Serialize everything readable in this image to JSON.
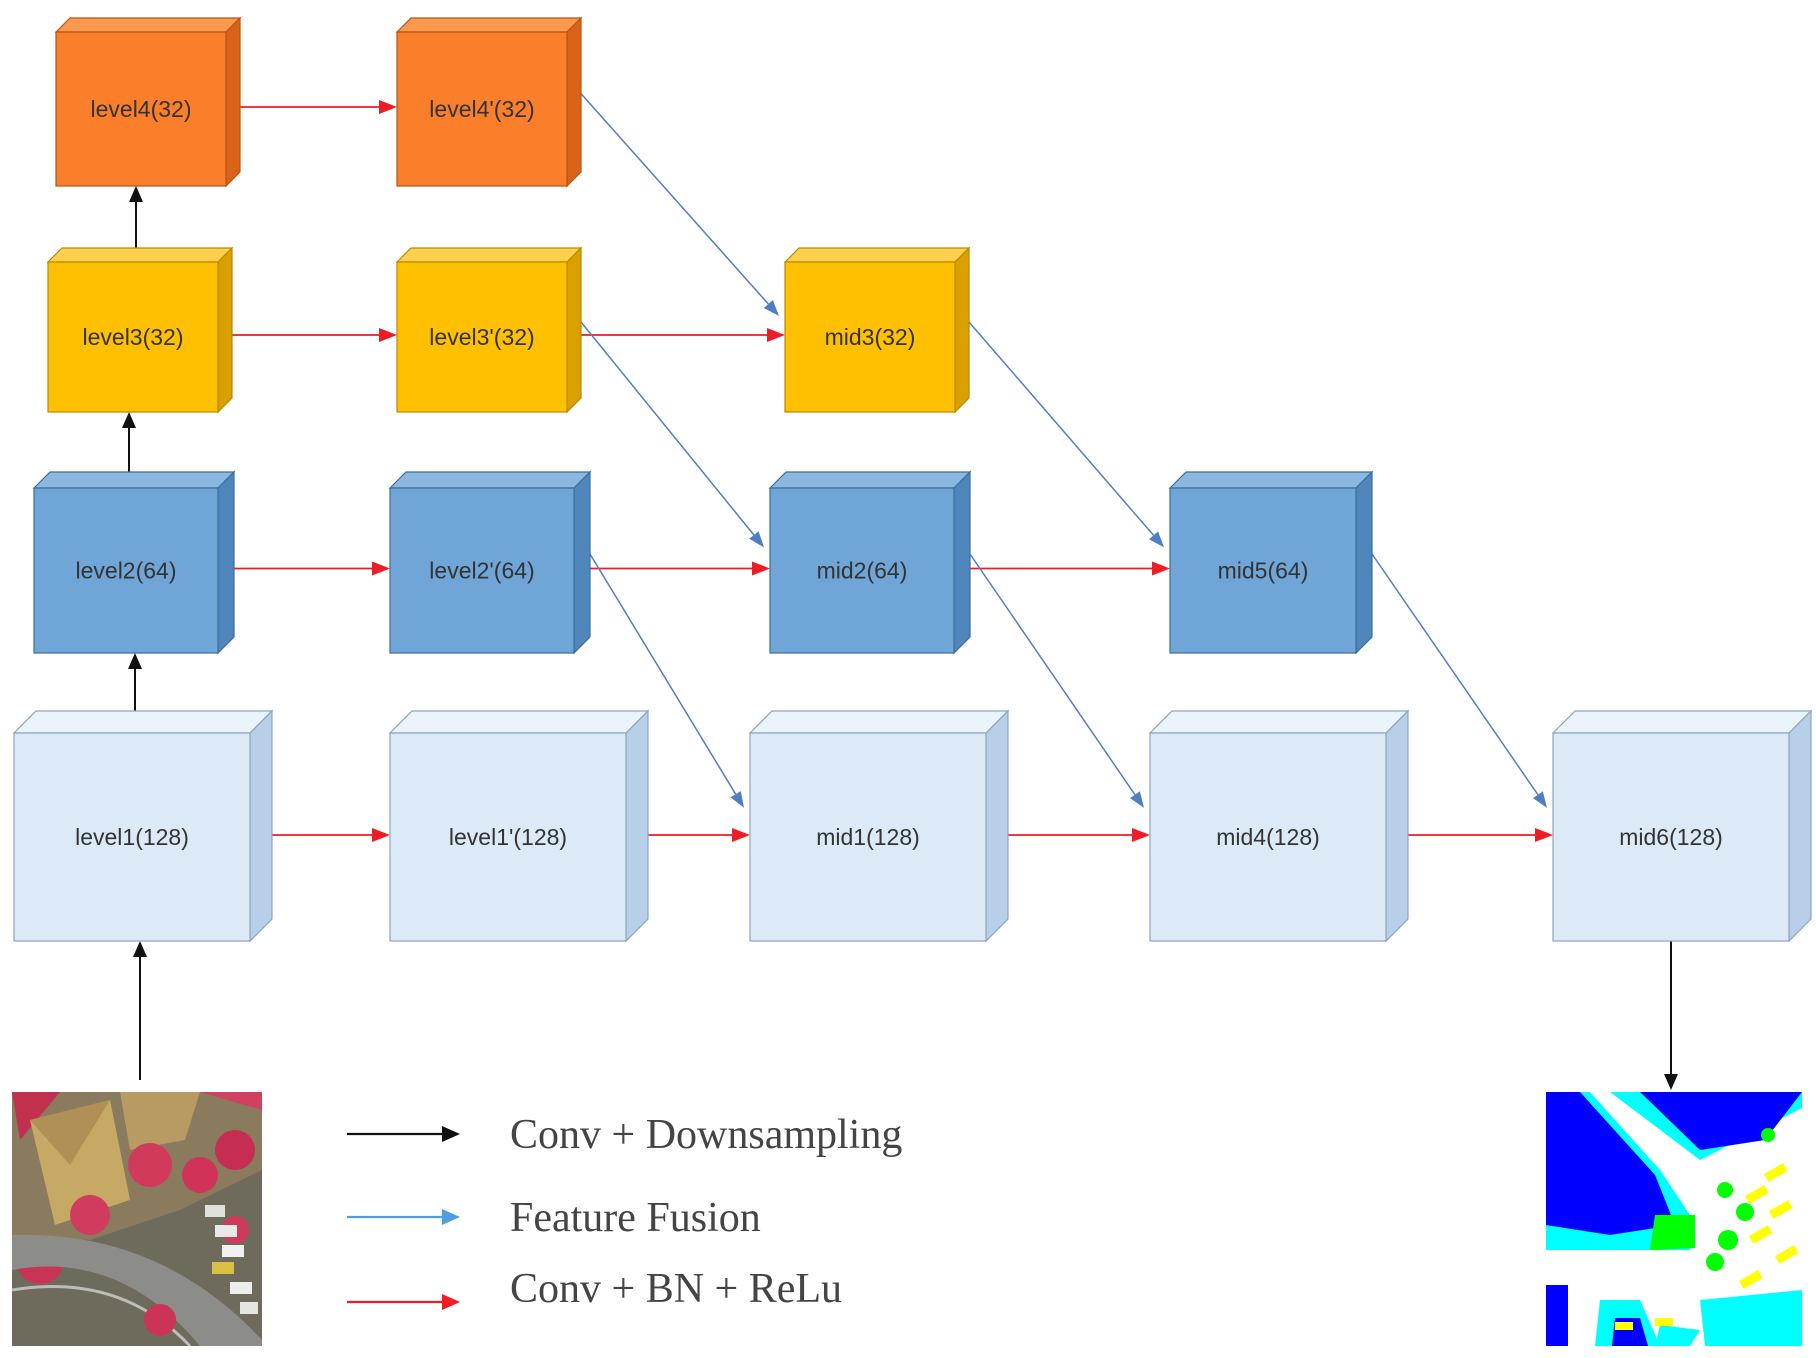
{
  "colors": {
    "orange": {
      "front": "#fb7f2b",
      "top": "#fb9a4e",
      "side": "#d9631a",
      "edge": "#b85416"
    },
    "gold": {
      "front": "#fec000",
      "top": "#fed04d",
      "side": "#d9a000",
      "edge": "#b98a00"
    },
    "blue": {
      "front": "#6fa5d7",
      "top": "#8ab8e0",
      "side": "#4f87bd",
      "edge": "#3f6d98"
    },
    "light": {
      "front": "#dce9f6",
      "top": "#ebf3fb",
      "side": "#b7cfe8",
      "edge": "#8ca6c0"
    },
    "arrow_black": "#111111",
    "arrow_blue": "#4f7fc2",
    "arrow_red": "#ee1c24"
  },
  "nodes": [
    {
      "id": "level4",
      "label": "level4(32)",
      "color": "orange"
    },
    {
      "id": "level4p",
      "label": "level4'(32)",
      "color": "orange"
    },
    {
      "id": "level3",
      "label": "level3(32)",
      "color": "gold"
    },
    {
      "id": "level3p",
      "label": "level3'(32)",
      "color": "gold"
    },
    {
      "id": "mid3",
      "label": "mid3(32)",
      "color": "gold"
    },
    {
      "id": "level2",
      "label": "level2(64)",
      "color": "blue"
    },
    {
      "id": "level2p",
      "label": "level2'(64)",
      "color": "blue"
    },
    {
      "id": "mid2",
      "label": "mid2(64)",
      "color": "blue"
    },
    {
      "id": "mid5",
      "label": "mid5(64)",
      "color": "blue"
    },
    {
      "id": "level1",
      "label": "level1(128)",
      "color": "light"
    },
    {
      "id": "level1p",
      "label": "level1'(128)",
      "color": "light"
    },
    {
      "id": "mid1",
      "label": "mid1(128)",
      "color": "light"
    },
    {
      "id": "mid4",
      "label": "mid4(128)",
      "color": "light"
    },
    {
      "id": "mid6",
      "label": "mid6(128)",
      "color": "light"
    }
  ],
  "edges": [
    {
      "from": "input-image",
      "to": "level1",
      "type": "conv_down"
    },
    {
      "from": "level1",
      "to": "level2",
      "type": "conv_down"
    },
    {
      "from": "level2",
      "to": "level3",
      "type": "conv_down"
    },
    {
      "from": "level3",
      "to": "level4",
      "type": "conv_down"
    },
    {
      "from": "mid6",
      "to": "output-image",
      "type": "conv_down"
    },
    {
      "from": "level4",
      "to": "level4p",
      "type": "conv_bn_relu"
    },
    {
      "from": "level3",
      "to": "level3p",
      "type": "conv_bn_relu"
    },
    {
      "from": "level3p",
      "to": "mid3",
      "type": "conv_bn_relu"
    },
    {
      "from": "level2",
      "to": "level2p",
      "type": "conv_bn_relu"
    },
    {
      "from": "level2p",
      "to": "mid2",
      "type": "conv_bn_relu"
    },
    {
      "from": "mid2",
      "to": "mid5",
      "type": "conv_bn_relu"
    },
    {
      "from": "level1",
      "to": "level1p",
      "type": "conv_bn_relu"
    },
    {
      "from": "level1p",
      "to": "mid1",
      "type": "conv_bn_relu"
    },
    {
      "from": "mid1",
      "to": "mid4",
      "type": "conv_bn_relu"
    },
    {
      "from": "mid4",
      "to": "mid6",
      "type": "conv_bn_relu"
    },
    {
      "from": "level4p",
      "to": "mid3",
      "type": "feature_fusion"
    },
    {
      "from": "level3p",
      "to": "mid2",
      "type": "feature_fusion"
    },
    {
      "from": "level2p",
      "to": "mid1",
      "type": "feature_fusion"
    },
    {
      "from": "mid3",
      "to": "mid5",
      "type": "feature_fusion"
    },
    {
      "from": "mid2",
      "to": "mid4",
      "type": "feature_fusion"
    },
    {
      "from": "mid5",
      "to": "mid6",
      "type": "feature_fusion"
    }
  ],
  "legend": {
    "conv_down": "Conv + Downsampling",
    "feature_fusion": "Feature Fusion",
    "conv_bn_relu": "Conv + BN + ReLu"
  },
  "images": {
    "input": "aerial-photo-icon",
    "output": "segmentation-map-icon"
  }
}
